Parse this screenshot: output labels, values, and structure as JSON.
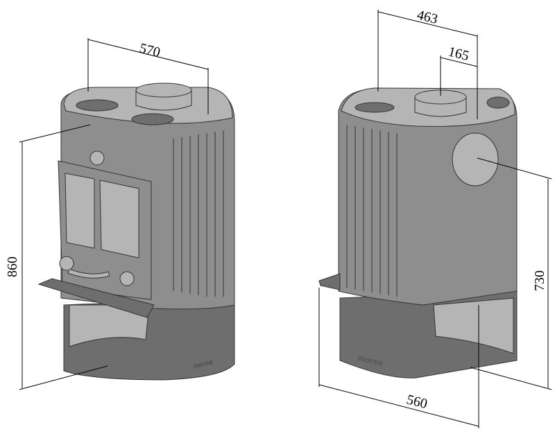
{
  "dimensions": {
    "front_width": "570",
    "front_height": "860",
    "side_depth_top": "463",
    "flue_offset": "165",
    "outlet_height": "730",
    "base_depth": "560"
  },
  "brand": "morsø"
}
